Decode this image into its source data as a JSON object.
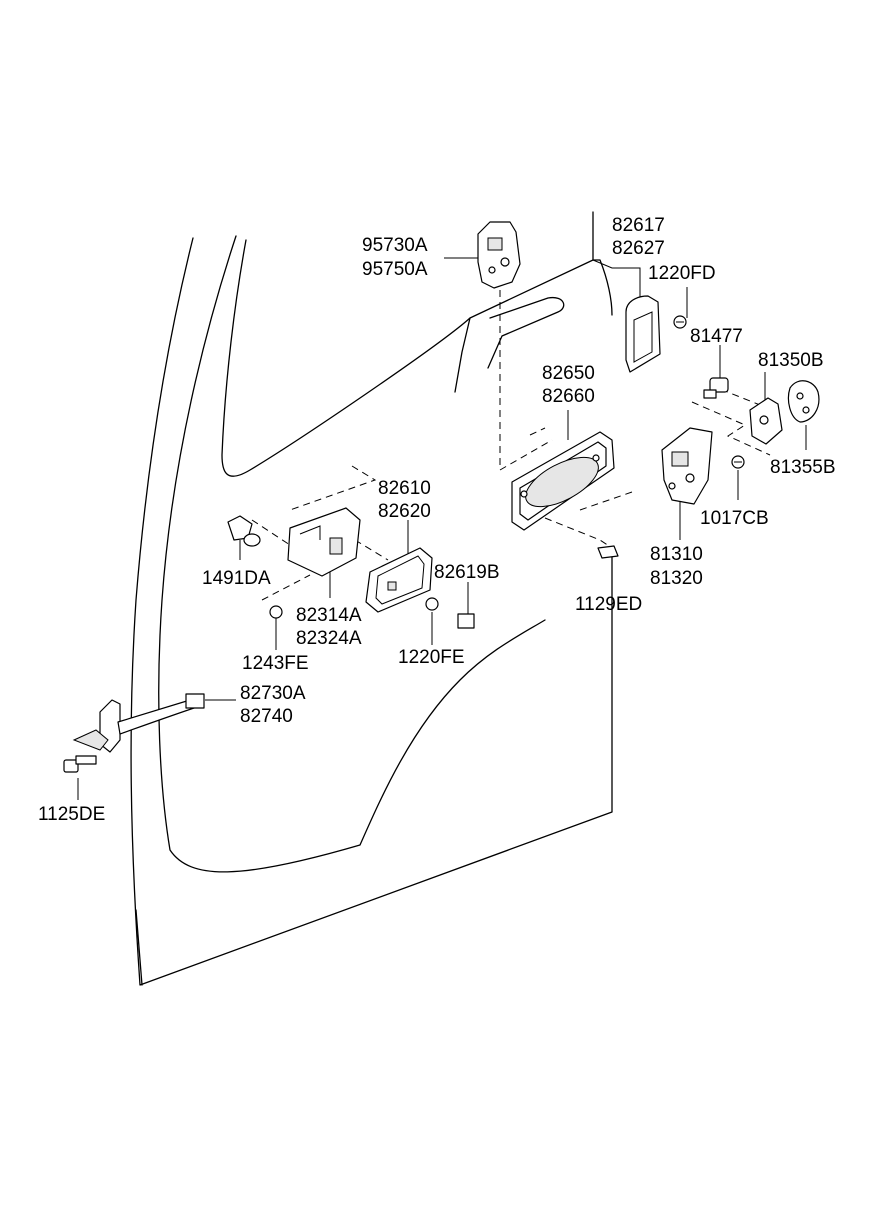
{
  "labels": {
    "p95730A": "95730A",
    "p95750A": "95750A",
    "p82617": "82617",
    "p82627": "82627",
    "p1220FD": "1220FD",
    "p81477": "81477",
    "p81350B": "81350B",
    "p81355B": "81355B",
    "p82650": "82650",
    "p82660": "82660",
    "p1017CB": "1017CB",
    "p81310": "81310",
    "p81320": "81320",
    "p1129ED": "1129ED",
    "p82610": "82610",
    "p82620": "82620",
    "p82619B": "82619B",
    "p1491DA": "1491DA",
    "p82314A": "82314A",
    "p82324A": "82324A",
    "p1243FE": "1243FE",
    "p1220FE": "1220FE",
    "p82730A": "82730A",
    "p82740": "82740",
    "p1125DE": "1125DE"
  }
}
